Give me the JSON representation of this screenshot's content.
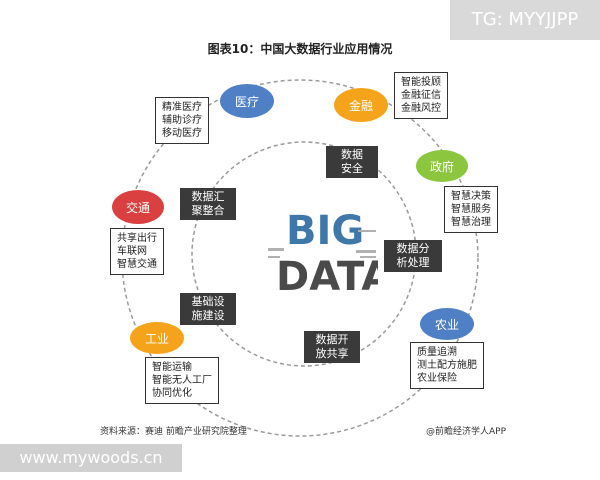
{
  "title": "图表10：中国大数据行业应用情况",
  "watermark_top": "TG: MYYJJPP",
  "watermark_bottom": "www.mywoods.cn",
  "source": "资料来源：赛迪 前瞻产业研究院整理",
  "credit": "@前瞻经济学人APP",
  "logo_lines": [
    "BIG",
    "DATA"
  ],
  "colors": {
    "blue": "#4f7fc4",
    "orange": "#f5a31a",
    "green": "#8cc63f",
    "red": "#d9403f",
    "dark": "#3a3a3a"
  },
  "sectors": {
    "medical": {
      "label": "医疗",
      "items": [
        "精准医疗",
        "辅助诊疗",
        "移动医疗"
      ]
    },
    "finance": {
      "label": "金融",
      "items": [
        "智能投顾",
        "金融征信",
        "金融风控"
      ]
    },
    "government": {
      "label": "政府",
      "items": [
        "智慧决策",
        "智慧服务",
        "智慧治理"
      ]
    },
    "agriculture": {
      "label": "农业",
      "items": [
        "质量追溯",
        "测土配方施肥",
        "农业保险"
      ]
    },
    "industry": {
      "label": "工业",
      "items": [
        "智能运输",
        "智能无人工厂",
        "协同优化"
      ]
    },
    "traffic": {
      "label": "交通",
      "items": [
        "共享出行",
        "车联网",
        "智慧交通"
      ]
    }
  },
  "inner": {
    "security": [
      "数据",
      "安全"
    ],
    "analysis": [
      "数据分",
      "析处理"
    ],
    "opening": [
      "数据开",
      "放共享"
    ],
    "infra": [
      "基础设",
      "施建设"
    ],
    "aggregation": [
      "数据汇",
      "聚整合"
    ]
  }
}
